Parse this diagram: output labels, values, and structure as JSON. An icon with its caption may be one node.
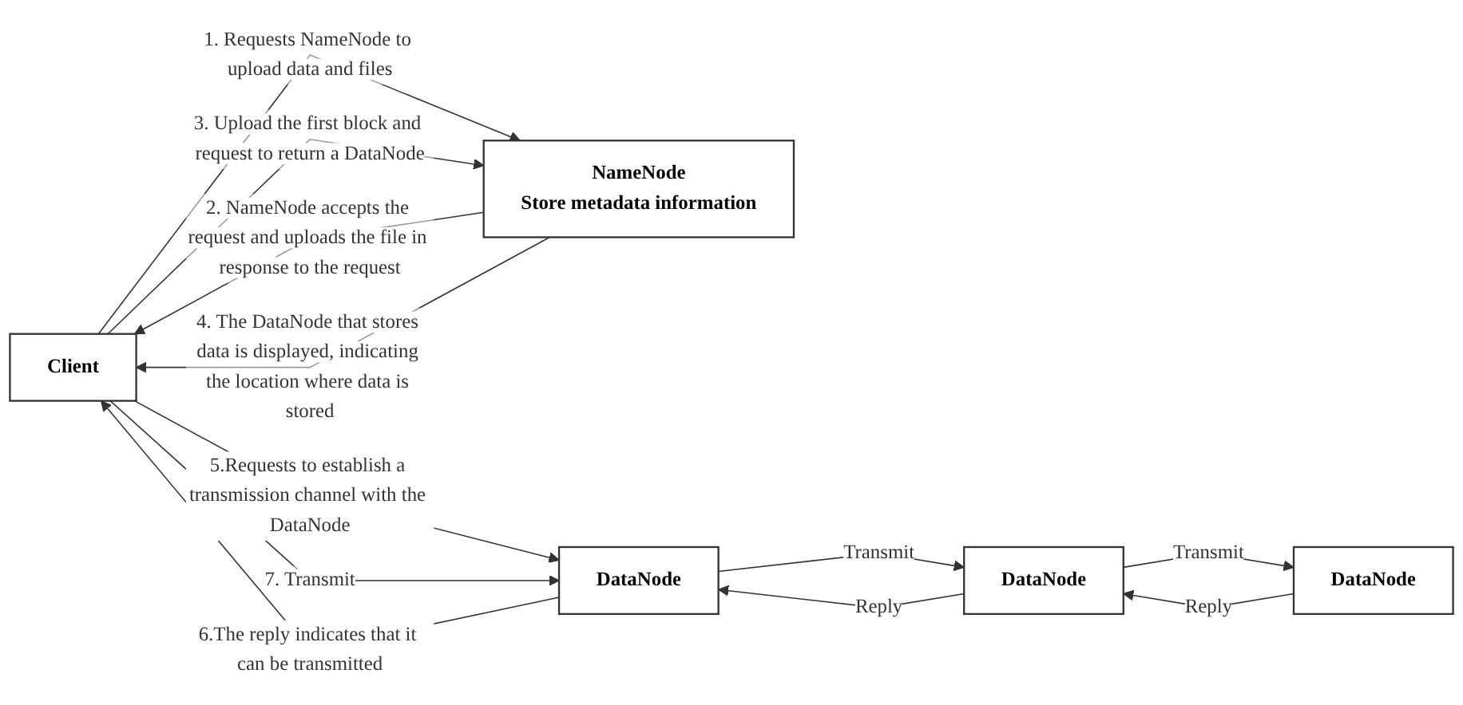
{
  "diagram": {
    "nodes": [
      {
        "text": [
          "Client"
        ]
      },
      {
        "text": [
          "NameNode",
          "Store metadata information"
        ]
      },
      {
        "text": [
          "DataNode"
        ]
      },
      {
        "text": [
          "DataNode"
        ]
      },
      {
        "text": [
          "DataNode"
        ]
      }
    ],
    "edges": [
      {
        "from": 0,
        "to": 1,
        "arrow": "to",
        "label": "1. Requests NameNode to upload data and files"
      },
      {
        "from": 1,
        "to": 0,
        "arrow": "to",
        "label": "2. NameNode accepts the request and uploads the file in response to the request"
      },
      {
        "from": 0,
        "to": 1,
        "arrow": "to",
        "label": "3. Upload the first block and request to return a DataNode"
      },
      {
        "from": 1,
        "to": 0,
        "arrow": "to",
        "label": "4. The DataNode that stores data is displayed, indicating the location where data is stored"
      },
      {
        "from": 0,
        "to": 2,
        "arrow": "to",
        "label": "5.Requests to establish a transmission channel with the DataNode"
      },
      {
        "from": 2,
        "to": 0,
        "arrow": "to",
        "label": "6.The reply indicates that it can be transmitted"
      },
      {
        "from": 0,
        "to": 2,
        "arrow": "to",
        "label": "7. Transmit"
      },
      {
        "from": 2,
        "to": 3,
        "arrow": "to",
        "label": "Transmit"
      },
      {
        "from": 3,
        "to": 2,
        "arrow": "to",
        "label": "Reply"
      },
      {
        "from": 3,
        "to": 4,
        "arrow": "to",
        "label": "Transmit"
      },
      {
        "from": 4,
        "to": 3,
        "arrow": "to",
        "label": "Reply"
      }
    ]
  }
}
